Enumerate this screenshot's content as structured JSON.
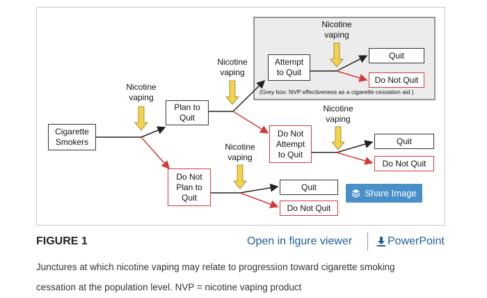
{
  "diagram": {
    "boxes": {
      "smokers": "Cigarette\nSmokers",
      "plan": "Plan to\nQuit",
      "no_plan": "Do Not\nPlan to\nQuit",
      "attempt": "Attempt\nto Quit",
      "no_attempt": "Do Not\nAttempt\nto Quit",
      "quit_top": "Quit",
      "not_quit_top": "Do Not Quit",
      "quit_mid": "Quit",
      "not_quit_mid": "Do Not Quit",
      "quit_bottom": "Quit",
      "not_quit_bottom": "Do Not Quit"
    },
    "vaping_label": "Nicotine\nvaping",
    "grey_box_caption": "(Grey box: NVP effectiveness as a cigarette cessation aid )",
    "colors": {
      "arrow_yellow": "#f4d34a",
      "red": "#d23a3a",
      "grey_fill": "#ececec"
    }
  },
  "share_button": {
    "label": "Share Image",
    "icon": "layers-icon"
  },
  "figure": {
    "title": "FIGURE 1",
    "open_viewer": "Open in figure viewer",
    "powerpoint": "PowerPoint",
    "caption_line1": "Junctures at which nicotine vaping may relate to progression toward cigarette smoking",
    "caption_line2": "cessation at the population level. NVP = nicotine vaping product"
  }
}
